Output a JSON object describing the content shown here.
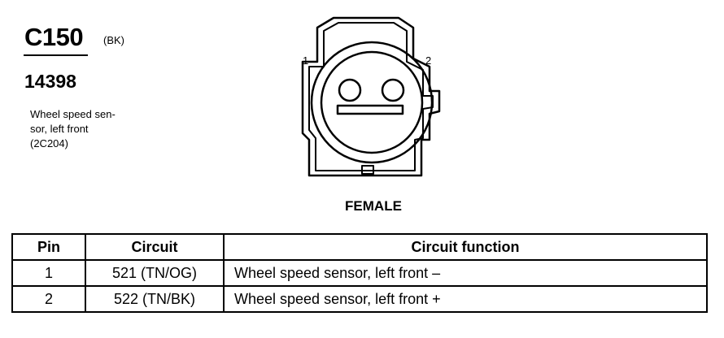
{
  "connector": {
    "id": "C150",
    "color_code": "(BK)",
    "part_number": "14398",
    "description_lines": [
      "Wheel speed sen-",
      "sor, left front",
      "(2C204)"
    ]
  },
  "diagram": {
    "pin_labels": [
      "1",
      "2"
    ],
    "gender": "FEMALE"
  },
  "table": {
    "headers": [
      "Pin",
      "Circuit",
      "Circuit function"
    ],
    "rows": [
      {
        "pin": "1",
        "circuit": "521 (TN/OG)",
        "function": "Wheel speed sensor, left front  –"
      },
      {
        "pin": "2",
        "circuit": "522 (TN/BK)",
        "function": "Wheel speed sensor, left front  +"
      }
    ]
  }
}
